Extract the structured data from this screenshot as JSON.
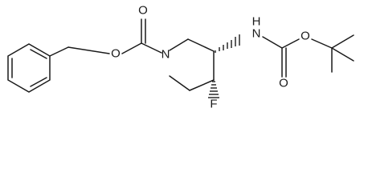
{
  "molecule": {
    "atom_labels": {
      "ester_oxygen_carbonyl": "O",
      "ester_oxygen_ether": "O",
      "ring_nitrogen": "N",
      "amide_nitrogen": "N",
      "amide_hydrogen": "H",
      "boc_oxygen_carbonyl": "O",
      "boc_oxygen_ether": "O",
      "fluorine": "F"
    }
  }
}
